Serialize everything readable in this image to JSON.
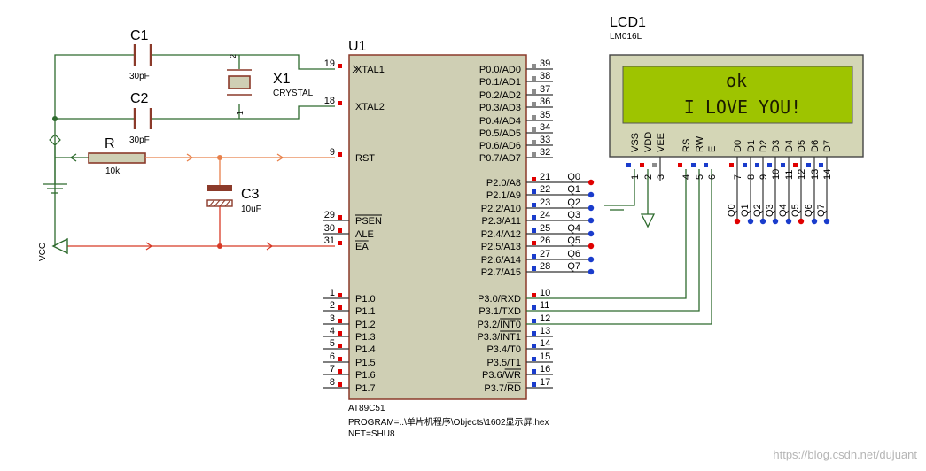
{
  "components": {
    "c1": {
      "ref": "C1",
      "value": "30pF"
    },
    "c2": {
      "ref": "C2",
      "value": "30pF"
    },
    "x1": {
      "ref": "X1",
      "value": "CRYSTAL"
    },
    "r": {
      "ref": "R",
      "value": "10k"
    },
    "c3": {
      "ref": "C3",
      "value": "10uF"
    },
    "vcc": {
      "label": "VCC"
    }
  },
  "mcu": {
    "ref": "U1",
    "part": "AT89C51",
    "program": "PROGRAM=..\\单片机程序\\Objects\\1602显示屏.hex",
    "net": "NET=SHU8",
    "left_pins": [
      {
        "num": "19",
        "name": "XTAL1"
      },
      {
        "num": "18",
        "name": "XTAL2"
      },
      {
        "num": "9",
        "name": "RST"
      },
      {
        "num": "29",
        "name": "PSEN"
      },
      {
        "num": "30",
        "name": "ALE"
      },
      {
        "num": "31",
        "name": "EA"
      },
      {
        "num": "1",
        "name": "P1.0"
      },
      {
        "num": "2",
        "name": "P1.1"
      },
      {
        "num": "3",
        "name": "P1.2"
      },
      {
        "num": "4",
        "name": "P1.3"
      },
      {
        "num": "5",
        "name": "P1.4"
      },
      {
        "num": "6",
        "name": "P1.5"
      },
      {
        "num": "7",
        "name": "P1.6"
      },
      {
        "num": "8",
        "name": "P1.7"
      }
    ],
    "right_pins": [
      {
        "num": "39",
        "name": "P0.0/AD0"
      },
      {
        "num": "38",
        "name": "P0.1/AD1"
      },
      {
        "num": "37",
        "name": "P0.2/AD2"
      },
      {
        "num": "36",
        "name": "P0.3/AD3"
      },
      {
        "num": "35",
        "name": "P0.4/AD4"
      },
      {
        "num": "34",
        "name": "P0.5/AD5"
      },
      {
        "num": "33",
        "name": "P0.6/AD6"
      },
      {
        "num": "32",
        "name": "P0.7/AD7"
      },
      {
        "num": "21",
        "name": "P2.0/A8",
        "net": "Q0"
      },
      {
        "num": "22",
        "name": "P2.1/A9",
        "net": "Q1"
      },
      {
        "num": "23",
        "name": "P2.2/A10",
        "net": "Q2"
      },
      {
        "num": "24",
        "name": "P2.3/A11",
        "net": "Q3"
      },
      {
        "num": "25",
        "name": "P2.4/A12",
        "net": "Q4"
      },
      {
        "num": "26",
        "name": "P2.5/A13",
        "net": "Q5"
      },
      {
        "num": "27",
        "name": "P2.6/A14",
        "net": "Q6"
      },
      {
        "num": "28",
        "name": "P2.7/A15",
        "net": "Q7"
      },
      {
        "num": "10",
        "name": "P3.0/RXD"
      },
      {
        "num": "11",
        "name": "P3.1/TXD"
      },
      {
        "num": "12",
        "name": "P3.2/INT0"
      },
      {
        "num": "13",
        "name": "P3.3/INT1"
      },
      {
        "num": "14",
        "name": "P3.4/T0"
      },
      {
        "num": "15",
        "name": "P3.5/T1"
      },
      {
        "num": "16",
        "name": "P3.6/WR"
      },
      {
        "num": "17",
        "name": "P3.7/RD"
      }
    ]
  },
  "lcd": {
    "ref": "LCD1",
    "part": "LM016L",
    "line1": "ok",
    "line2": "I LOVE YOU!",
    "pins": [
      {
        "num": "1",
        "name": "VSS"
      },
      {
        "num": "2",
        "name": "VDD"
      },
      {
        "num": "3",
        "name": "VEE"
      },
      {
        "num": "4",
        "name": "RS"
      },
      {
        "num": "5",
        "name": "RW"
      },
      {
        "num": "6",
        "name": "E"
      },
      {
        "num": "7",
        "name": "D0",
        "net": "Q0"
      },
      {
        "num": "8",
        "name": "D1",
        "net": "Q1"
      },
      {
        "num": "9",
        "name": "D2",
        "net": "Q2"
      },
      {
        "num": "10",
        "name": "D3",
        "net": "Q3"
      },
      {
        "num": "11",
        "name": "D4",
        "net": "Q4"
      },
      {
        "num": "12",
        "name": "D5",
        "net": "Q5"
      },
      {
        "num": "13",
        "name": "D6",
        "net": "Q6"
      },
      {
        "num": "14",
        "name": "D7",
        "net": "Q7"
      }
    ]
  },
  "colors": {
    "wire_green": "#2e6b2e",
    "wire_orange": "#e8804a",
    "wire_red": "#d83a26",
    "chip_fill": "#cfcfb4",
    "lcd_fill": "#d4d6b6",
    "lcd_screen": "#9ec400",
    "pin_red": "#e00000",
    "pin_blue": "#1a3ccc",
    "pin_gray": "#8c8c8c"
  },
  "watermark": "https://blog.csdn.net/dujuant"
}
